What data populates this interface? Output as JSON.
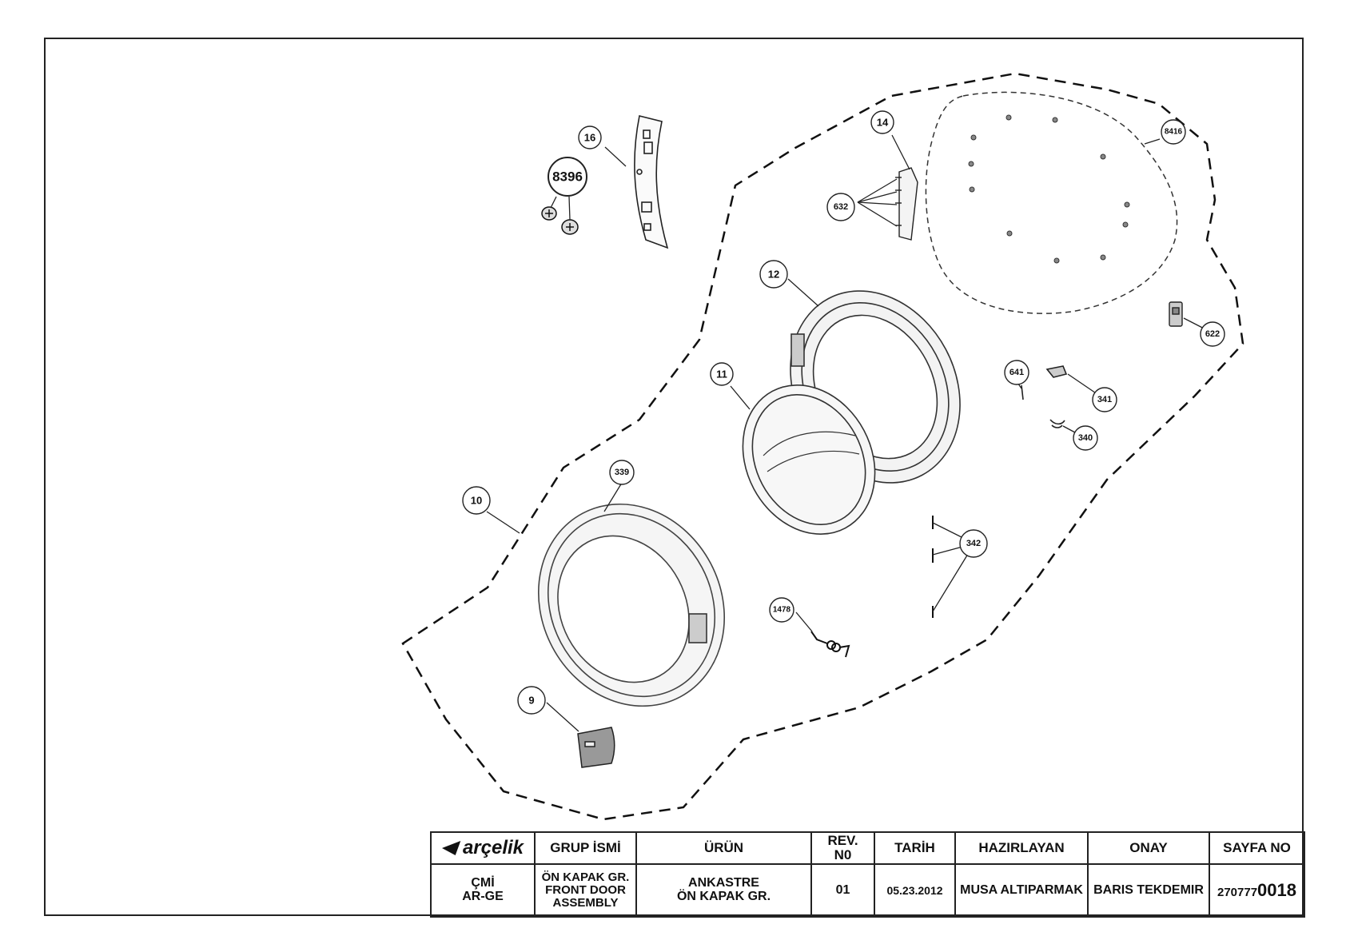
{
  "callouts": [
    {
      "label": "16"
    },
    {
      "label": "8396"
    },
    {
      "label": "14"
    },
    {
      "label": "8416"
    },
    {
      "label": "632"
    },
    {
      "label": "12"
    },
    {
      "label": "622"
    },
    {
      "label": "11"
    },
    {
      "label": "641"
    },
    {
      "label": "341"
    },
    {
      "label": "340"
    },
    {
      "label": "339"
    },
    {
      "label": "10"
    },
    {
      "label": "342"
    },
    {
      "label": "1478"
    },
    {
      "label": "9"
    }
  ],
  "title_block": {
    "brand": "arçelik",
    "headers": {
      "group_name": "GRUP İSMİ",
      "product": "ÜRÜN",
      "rev_line1": "REV.",
      "rev_line2": "N0",
      "date": "TARİH",
      "prepared_by": "HAZIRLAYAN",
      "approval": "ONAY",
      "page_no": "SAYFA NO"
    },
    "values": {
      "dept_line1": "ÇMİ",
      "dept_line2": "AR-GE",
      "group_line1": "ÖN KAPAK GR.",
      "group_line2": "FRONT DOOR",
      "group_line3": "ASSEMBLY",
      "product_line1": "ANKASTRE",
      "product_line2": "ÖN KAPAK GR.",
      "rev": "01",
      "date": "05.23.2012",
      "prepared_by": "MUSA ALTIPARMAK",
      "approval": "BARIS TEKDEMIR",
      "page_prefix": "270777",
      "page_suffix": "0018"
    }
  }
}
